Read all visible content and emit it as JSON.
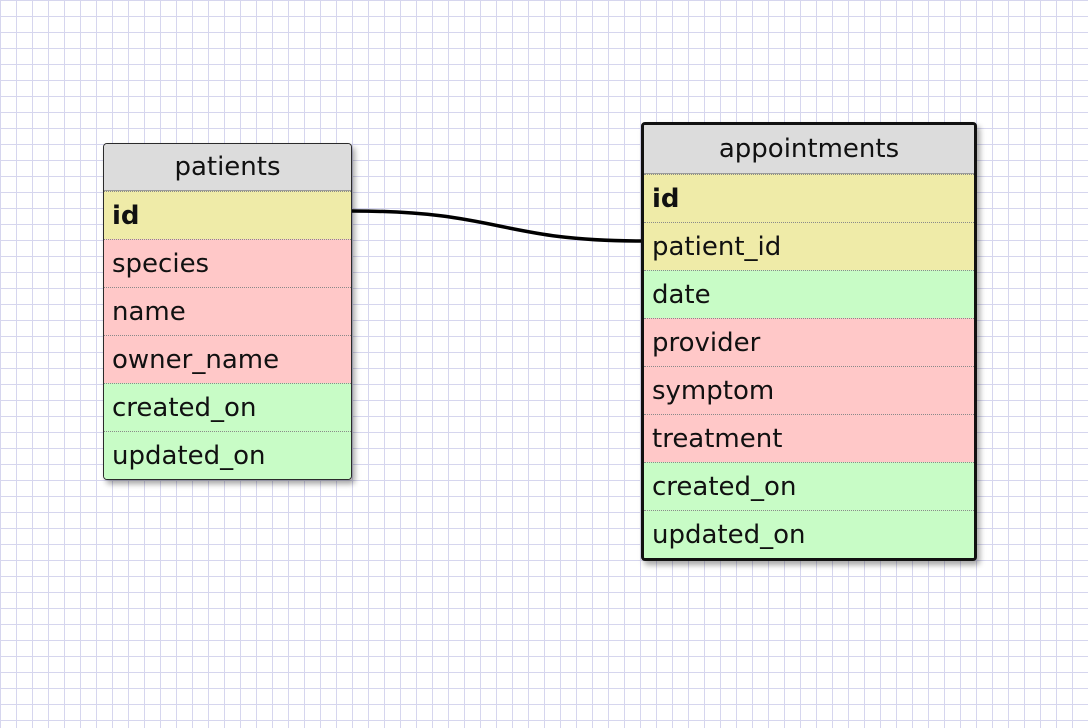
{
  "tables": {
    "patients": {
      "title": "patients",
      "fields": [
        {
          "name": "id",
          "kind": "key",
          "primary": true
        },
        {
          "name": "species",
          "kind": "text"
        },
        {
          "name": "name",
          "kind": "text"
        },
        {
          "name": "owner_name",
          "kind": "text"
        },
        {
          "name": "created_on",
          "kind": "date"
        },
        {
          "name": "updated_on",
          "kind": "date"
        }
      ]
    },
    "appointments": {
      "title": "appointments",
      "fields": [
        {
          "name": "id",
          "kind": "key",
          "primary": true
        },
        {
          "name": "patient_id",
          "kind": "key"
        },
        {
          "name": "date",
          "kind": "date"
        },
        {
          "name": "provider",
          "kind": "text"
        },
        {
          "name": "symptom",
          "kind": "text"
        },
        {
          "name": "treatment",
          "kind": "text"
        },
        {
          "name": "created_on",
          "kind": "date"
        },
        {
          "name": "updated_on",
          "kind": "date"
        }
      ]
    }
  },
  "relation": {
    "from": "patients.id",
    "to": "appointments.patient_id"
  },
  "colors": {
    "key": "#efeba8",
    "text": "#ffc8c8",
    "date": "#c8fcc6",
    "header": "#dcdcdc",
    "grid": "#d6d6ee"
  }
}
